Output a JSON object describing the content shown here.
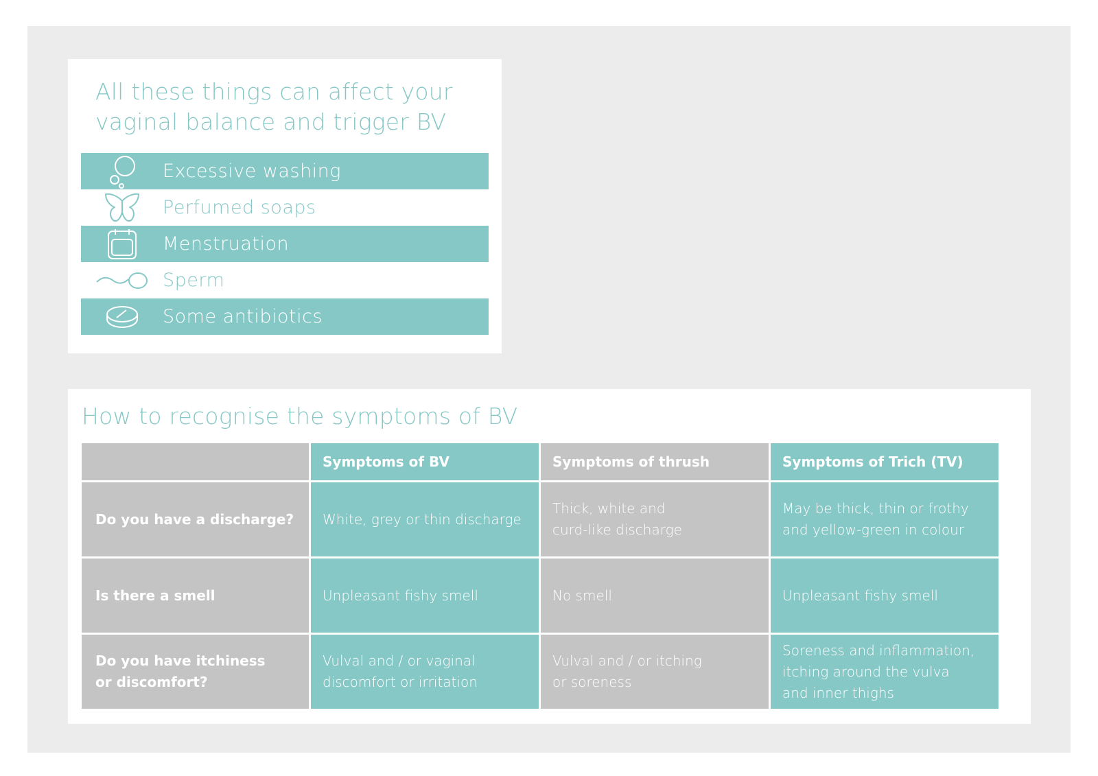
{
  "triggers": {
    "heading": "All these things can affect your vaginal balance and trigger BV",
    "items": [
      {
        "label": "Excessive washing",
        "icon": "bubbles-icon"
      },
      {
        "label": "Perfumed soaps",
        "icon": "butterfly-icon"
      },
      {
        "label": "Menstruation",
        "icon": "calendar-icon"
      },
      {
        "label": "Sperm",
        "icon": "sperm-icon"
      },
      {
        "label": "Some antibiotics",
        "icon": "pill-icon"
      }
    ]
  },
  "symptoms": {
    "heading": "How to recognise the symptoms of BV",
    "columns": [
      "",
      "Symptoms of BV",
      "Symptoms of thrush",
      "Symptoms of Trich (TV)"
    ],
    "rows": [
      {
        "question": "Do you have a discharge?",
        "bv": "White, grey or thin discharge",
        "thrush": "Thick, white and\ncurd-like discharge",
        "trich": "May be thick, thin or frothy\nand yellow-green in colour"
      },
      {
        "question": "Is there a smell",
        "bv": "Unpleasant fishy smell",
        "thrush": "No smell",
        "trich": "Unpleasant fishy smell"
      },
      {
        "question": "Do you have itchiness\nor discomfort?",
        "bv": "Vulval and / or vaginal\ndiscomfort or irritation",
        "thrush": "Vulval and / or itching\nor soreness",
        "trich": "Soreness and inflammation,\nitching around the vulva\nand inner thighs"
      }
    ]
  },
  "colors": {
    "teal": "#86c8c6",
    "grey": "#c4c4c4",
    "panel": "#ececec"
  }
}
